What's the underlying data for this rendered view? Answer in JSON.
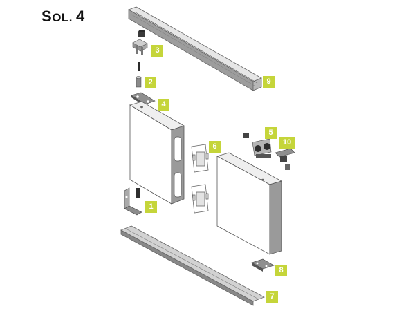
{
  "title": {
    "prefix_big": "S",
    "prefix_small": "OL.",
    "number": "4"
  },
  "accent_color": "#c5d53a",
  "callouts": {
    "c1": "1",
    "c2": "2",
    "c3": "3",
    "c4": "4",
    "c5": "5",
    "c6": "6",
    "c7": "7",
    "c8": "8",
    "c9": "9",
    "c10": "10"
  }
}
